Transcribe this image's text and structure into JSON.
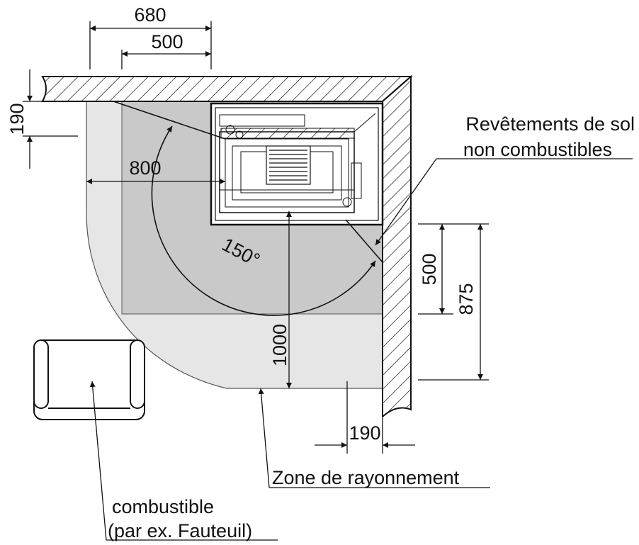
{
  "dimensions": {
    "top_outer": "680",
    "top_inner": "500",
    "left_wall": "190",
    "front_left": "800",
    "front_depth": "1000",
    "side_inner": "500",
    "side_outer": "875",
    "bottom_right": "190",
    "angle": "150°"
  },
  "labels": {
    "floor_line1": "Revêtements de sol",
    "floor_line2": "non combustibles",
    "radiation_zone": "Zone de rayonnement",
    "combustible_line1": "combustible",
    "combustible_line2": "(par ex. Fauteuil)"
  },
  "colors": {
    "radiation_fill": "#e6e6e6",
    "floor_fill": "#c9c9c9",
    "line": "#111111"
  }
}
